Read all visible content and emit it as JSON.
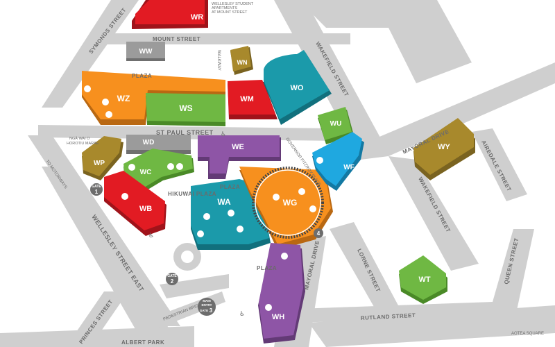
{
  "buildings": [
    {
      "code": "WR",
      "color": "#e21b23"
    },
    {
      "code": "WW",
      "color": "#9b9b9b"
    },
    {
      "code": "WN",
      "color": "#a8892c"
    },
    {
      "code": "WZ",
      "color": "#f7901e"
    },
    {
      "code": "WS",
      "color": "#6fb843"
    },
    {
      "code": "WM",
      "color": "#e21b23"
    },
    {
      "code": "WO",
      "color": "#1b9aaa"
    },
    {
      "code": "WU",
      "color": "#6fb843"
    },
    {
      "code": "WD",
      "color": "#9b9b9b"
    },
    {
      "code": "WE",
      "color": "#8e55a6"
    },
    {
      "code": "WP",
      "color": "#a8892c"
    },
    {
      "code": "WC",
      "color": "#6fb843"
    },
    {
      "code": "WB",
      "color": "#e21b23"
    },
    {
      "code": "WA",
      "color": "#1b9aaa"
    },
    {
      "code": "WG",
      "color": "#f7901e"
    },
    {
      "code": "WF",
      "color": "#1fa8e0"
    },
    {
      "code": "WY",
      "color": "#a8892c"
    },
    {
      "code": "WH",
      "color": "#8e55a6"
    },
    {
      "code": "WT",
      "color": "#6fb843"
    }
  ],
  "streets": {
    "symonds": "SYMONDS STREET",
    "mount": "MOUNT STREET",
    "walkway": "WALKWAY",
    "wakefield_upper": "WAKEFIELD STREET",
    "st_paul": "ST PAUL STREET",
    "mayoral_upper": "MAYORAL DRIVE",
    "airedale": "AIREDALE STREET",
    "wakefield_lower": "WAKEFIELD STREET",
    "to_motorways": "TO MOTORWAYS",
    "wellesley": "WELLESLEY STREET EAST",
    "lorne": "LORNE STREET",
    "mayoral_lower": "MAYORAL DRIVE",
    "queen": "QUEEN STREET",
    "rutland": "RUTLAND STREET",
    "princes": "PRINCES STREET",
    "albert_park": "ALBERT PARK",
    "pedestrian_bridge": "PEDESTRIAN BRIDGE",
    "governor_fitzroy": "GOVERNOR FITZROY PLACE",
    "aotea": "AOTEA SQUARE",
    "hikuwai": "HIKUWAI PLAZA",
    "plaza": "PLAZA"
  },
  "notes": {
    "wellesley_apartments_1": "WELLESLEY STUDENT",
    "wellesley_apartments_2": "APARTMENTS",
    "wellesley_apartments_3": "AT MOUNT STREET",
    "marae_1": "NGĀ WAI O",
    "marae_2": "HOROTIU MARAE"
  },
  "gates": {
    "gate1_label": "GATE",
    "gate1_num": "1",
    "gate2_label": "GATE",
    "gate2_num": "2",
    "gate3_main": "MAIN",
    "gate3_entry": "ENTRY",
    "gate3_label": "GATE",
    "gate3_num": "3",
    "gate4_num": "4"
  },
  "colors": {
    "road": "#cfcfcf",
    "street_text": "#6b6b6b",
    "highlight_ring": "#444444",
    "gate_marker": "#6d6d6d"
  },
  "highlight": "WG"
}
